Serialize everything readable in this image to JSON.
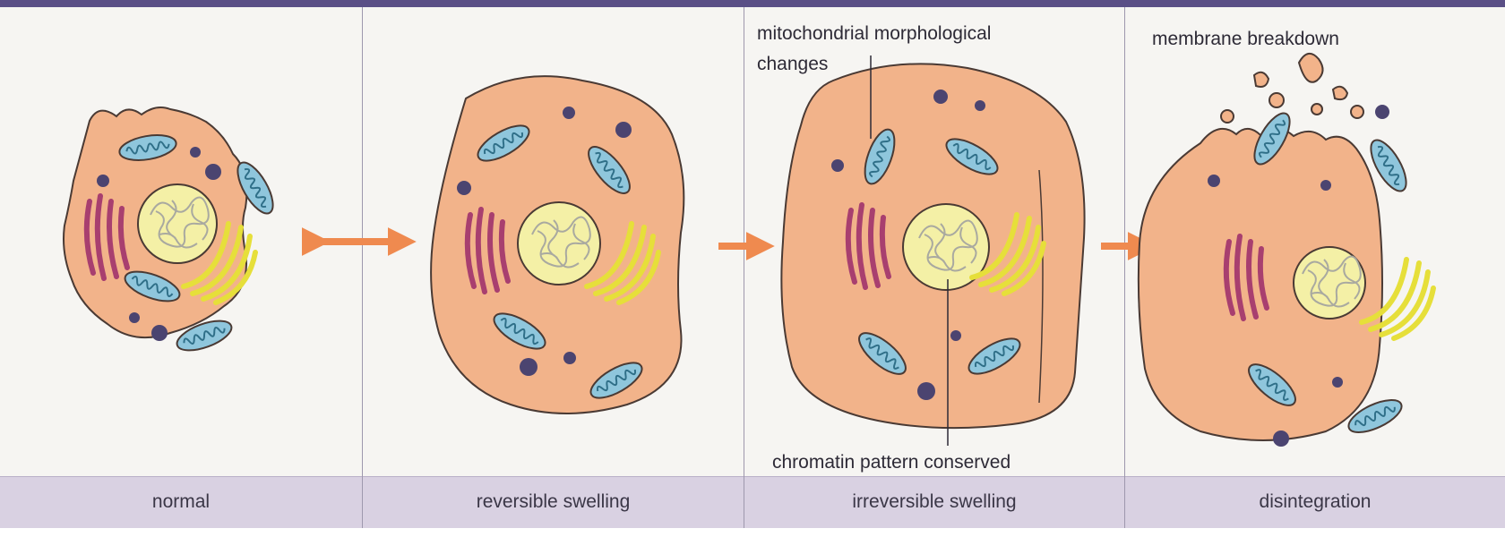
{
  "captions": {
    "normal": "normal",
    "reversible": "reversible swelling",
    "irreversible": "irreversible swelling",
    "disintegration": "disintegration"
  },
  "annotations": {
    "mito_line1": "mitochondrial morphological",
    "mito_line2": "changes",
    "chromatin": "chromatin pattern conserved",
    "membrane": "membrane breakdown"
  },
  "colors": {
    "cytoplasm": "#f2b38a",
    "cell_outline": "#4a3a34",
    "nucleus": "#f4f0a6",
    "chromatin": "#a9a9a0",
    "mitochondria": "#8fc6dc",
    "rough_er": "#a83f6f",
    "golgi": "#e6df3a",
    "granule": "#4b4470",
    "arrow": "#ef8a4f",
    "header": "#5a4f86",
    "caption_bar": "#d9d1e2"
  },
  "arrows": [
    {
      "from": "normal",
      "to": "reversible swelling",
      "type": "double-headed"
    },
    {
      "from": "reversible swelling",
      "to": "irreversible swelling",
      "type": "single"
    },
    {
      "from": "irreversible swelling",
      "to": "disintegration",
      "type": "single"
    }
  ]
}
